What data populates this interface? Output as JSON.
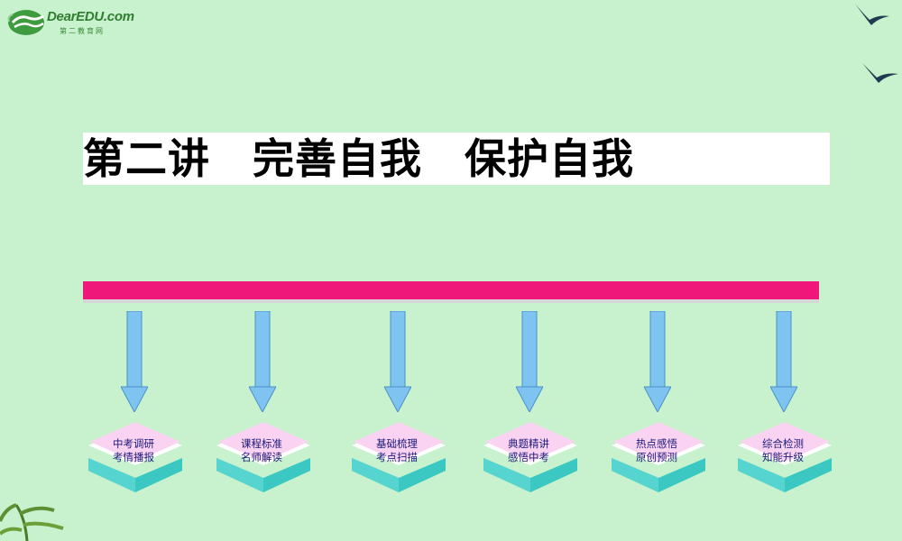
{
  "logo": {
    "brand": "DearEDU.com",
    "subtitle": "第二教育网"
  },
  "title": "第二讲　完善自我　保护自我",
  "steps": [
    {
      "line1": "中考调研",
      "line2": "考情播报"
    },
    {
      "line1": "课程标准",
      "line2": "名师解读"
    },
    {
      "line1": "基础梳理",
      "line2": "考点扫描"
    },
    {
      "line1": "典题精讲",
      "line2": "感悟中考"
    },
    {
      "line1": "热点感悟",
      "line2": "原创预测"
    },
    {
      "line1": "综合检测",
      "line2": "知能升级"
    }
  ],
  "colors": {
    "background": "#c8f2cd",
    "timeline": "#f0177a",
    "arrow": "#7fc3f0",
    "plate_top": "#fbd3f2",
    "plate_side": "#3cc8c2"
  }
}
